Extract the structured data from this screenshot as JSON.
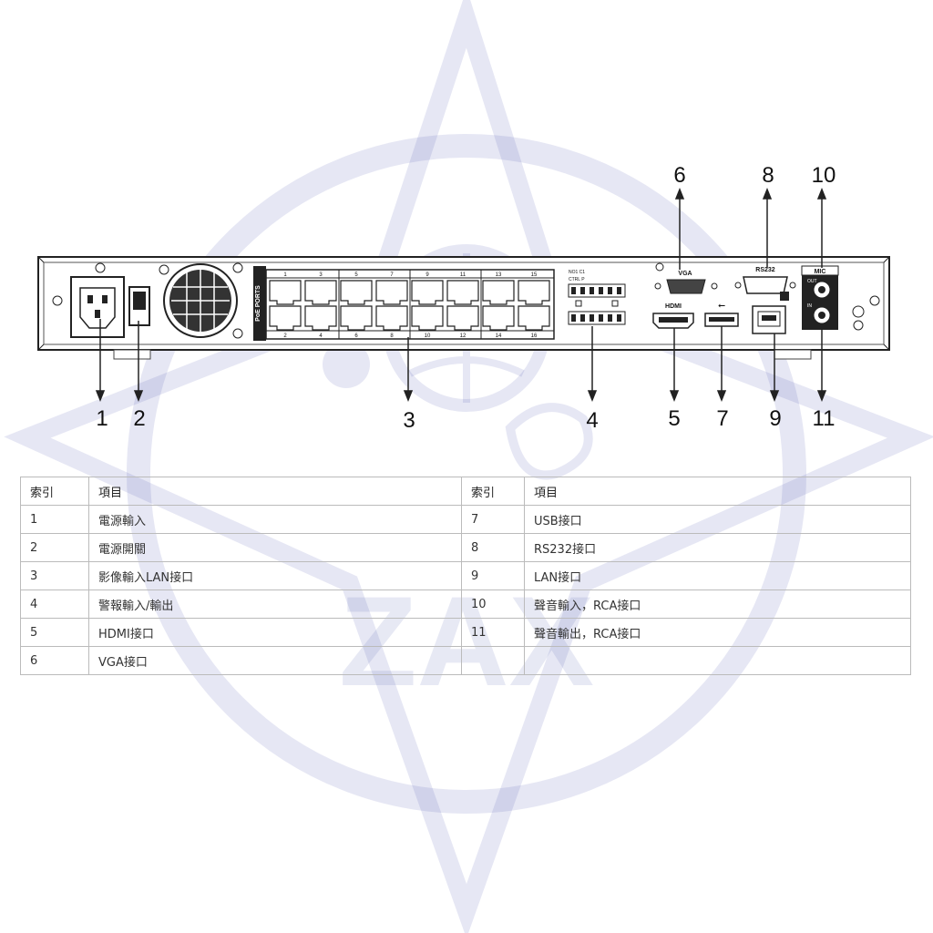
{
  "device": {
    "port_numbers_top": [
      "1",
      "3",
      "5",
      "7",
      "9",
      "11",
      "13",
      "15"
    ],
    "port_numbers_bottom": [
      "2",
      "4",
      "6",
      "8",
      "10",
      "12",
      "14",
      "16"
    ],
    "poe_label": "PoE PORTS",
    "vga_label": "VGA",
    "rs232_label": "RS232",
    "mic_label": "MIC",
    "out_label": "OUT",
    "in_label": "IN",
    "hdmi_label": "HDMI",
    "alarm_label_1": "NO1 C1",
    "alarm_label_2": "CTRL P",
    "callouts": {
      "c1": "1",
      "c2": "2",
      "c3": "3",
      "c4": "4",
      "c5": "5",
      "c6": "6",
      "c7": "7",
      "c8": "8",
      "c9": "9",
      "c10": "10",
      "c11": "11"
    }
  },
  "table": {
    "header": [
      "索引",
      "項目",
      "索引",
      "項目"
    ],
    "rows": [
      [
        "1",
        "電源輸入",
        "7",
        "USB接口"
      ],
      [
        "2",
        "電源開關",
        "8",
        "RS232接口"
      ],
      [
        "3",
        "影像輸入LAN接口",
        "9",
        "LAN接口"
      ],
      [
        "4",
        "警報輸入/輸出",
        "10",
        "聲音輸入，RCA接口"
      ],
      [
        "5",
        "HDMI接口",
        "11",
        "聲音輸出，RCA接口"
      ],
      [
        "6",
        "VGA接口",
        "",
        ""
      ]
    ]
  },
  "watermark": {
    "text": "ZAX",
    "color": "#3d46a8"
  }
}
